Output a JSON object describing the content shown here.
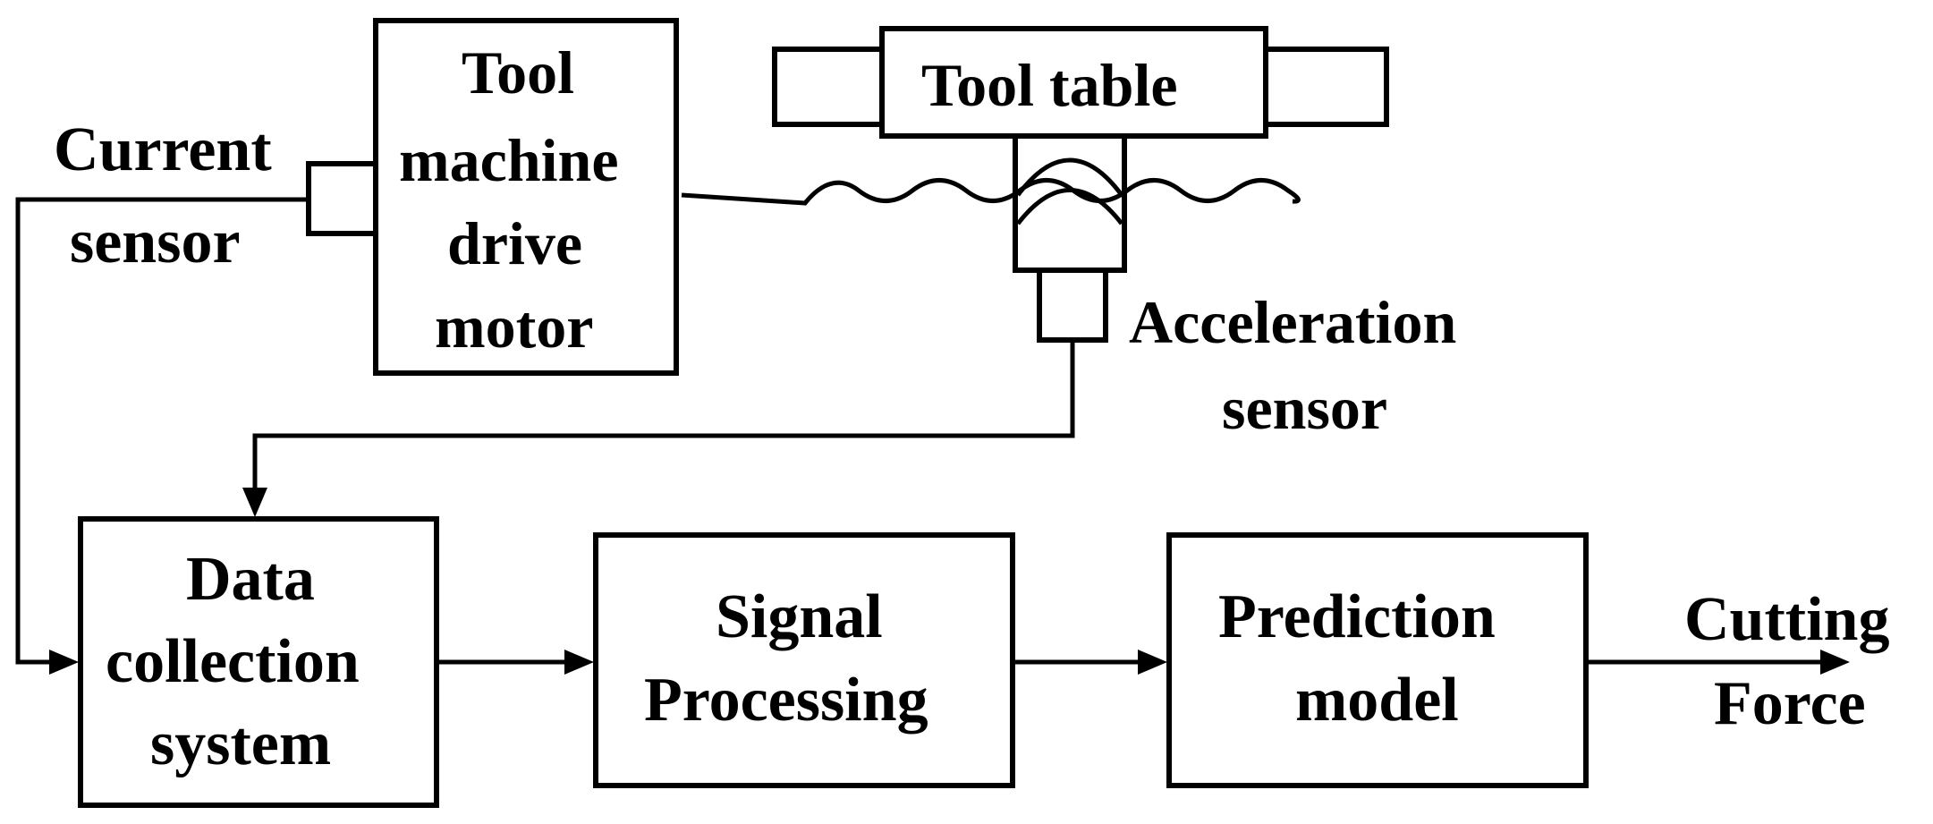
{
  "labels": {
    "current_sensor": [
      "Current",
      "sensor"
    ],
    "drive_motor": [
      "Tool",
      "machine",
      "drive",
      "motor"
    ],
    "tool_table": "Tool table",
    "acceleration_sensor": [
      "Acceleration",
      "sensor"
    ],
    "data_collection": [
      "Data",
      "collection",
      "system"
    ],
    "signal_processing": [
      "Signal",
      "Processing"
    ],
    "prediction_model": [
      "Prediction",
      "model"
    ],
    "output": [
      "Cutting",
      "Force"
    ]
  }
}
